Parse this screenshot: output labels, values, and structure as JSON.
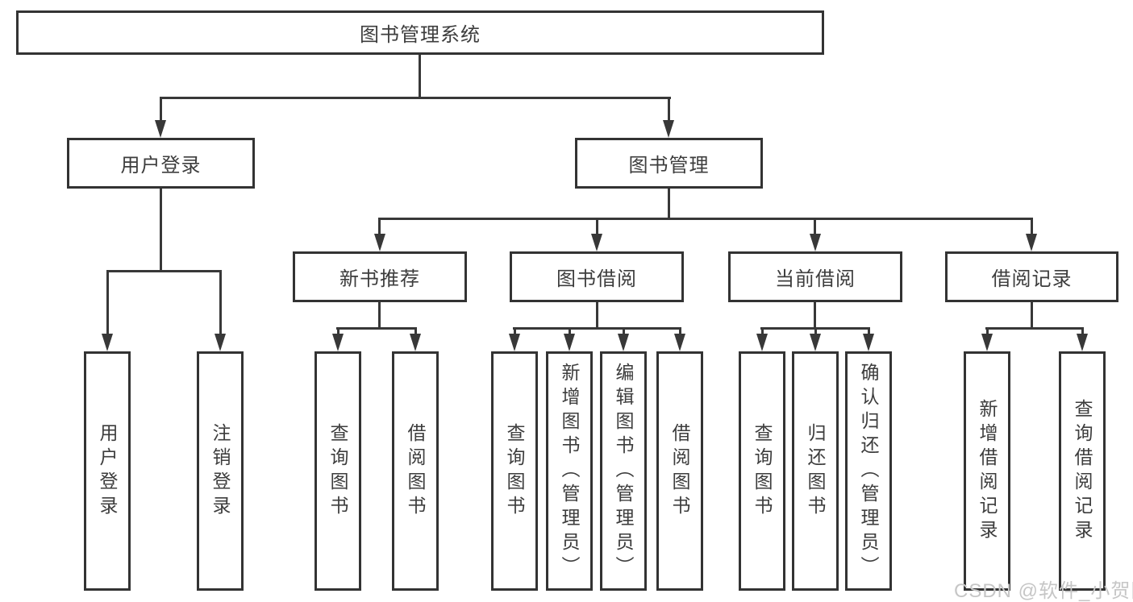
{
  "diagram_title": "图书管理系统",
  "watermark": "CSDN @软件_小贺同学",
  "colors": {
    "line": "#383838",
    "box_border": "#333333",
    "text": "#3d3d3d",
    "watermark": "#c6c6c6",
    "background": "#ffffff"
  },
  "tree": {
    "label": "图书管理系统",
    "children": [
      {
        "label": "用户登录",
        "children": [
          {
            "label": "用户登录"
          },
          {
            "label": "注销登录"
          }
        ]
      },
      {
        "label": "图书管理",
        "children": [
          {
            "label": "新书推荐",
            "children": [
              {
                "label": "查询图书"
              },
              {
                "label": "借阅图书"
              }
            ]
          },
          {
            "label": "图书借阅",
            "children": [
              {
                "label": "查询图书"
              },
              {
                "label": "新增图书（管理员）"
              },
              {
                "label": "编辑图书（管理员）"
              },
              {
                "label": "借阅图书"
              }
            ]
          },
          {
            "label": "当前借阅",
            "children": [
              {
                "label": "查询图书"
              },
              {
                "label": "归还图书"
              },
              {
                "label": "确认归还（管理员）"
              }
            ]
          },
          {
            "label": "借阅记录",
            "children": [
              {
                "label": "新增借阅记录"
              },
              {
                "label": "查询借阅记录"
              }
            ]
          }
        ]
      }
    ]
  }
}
